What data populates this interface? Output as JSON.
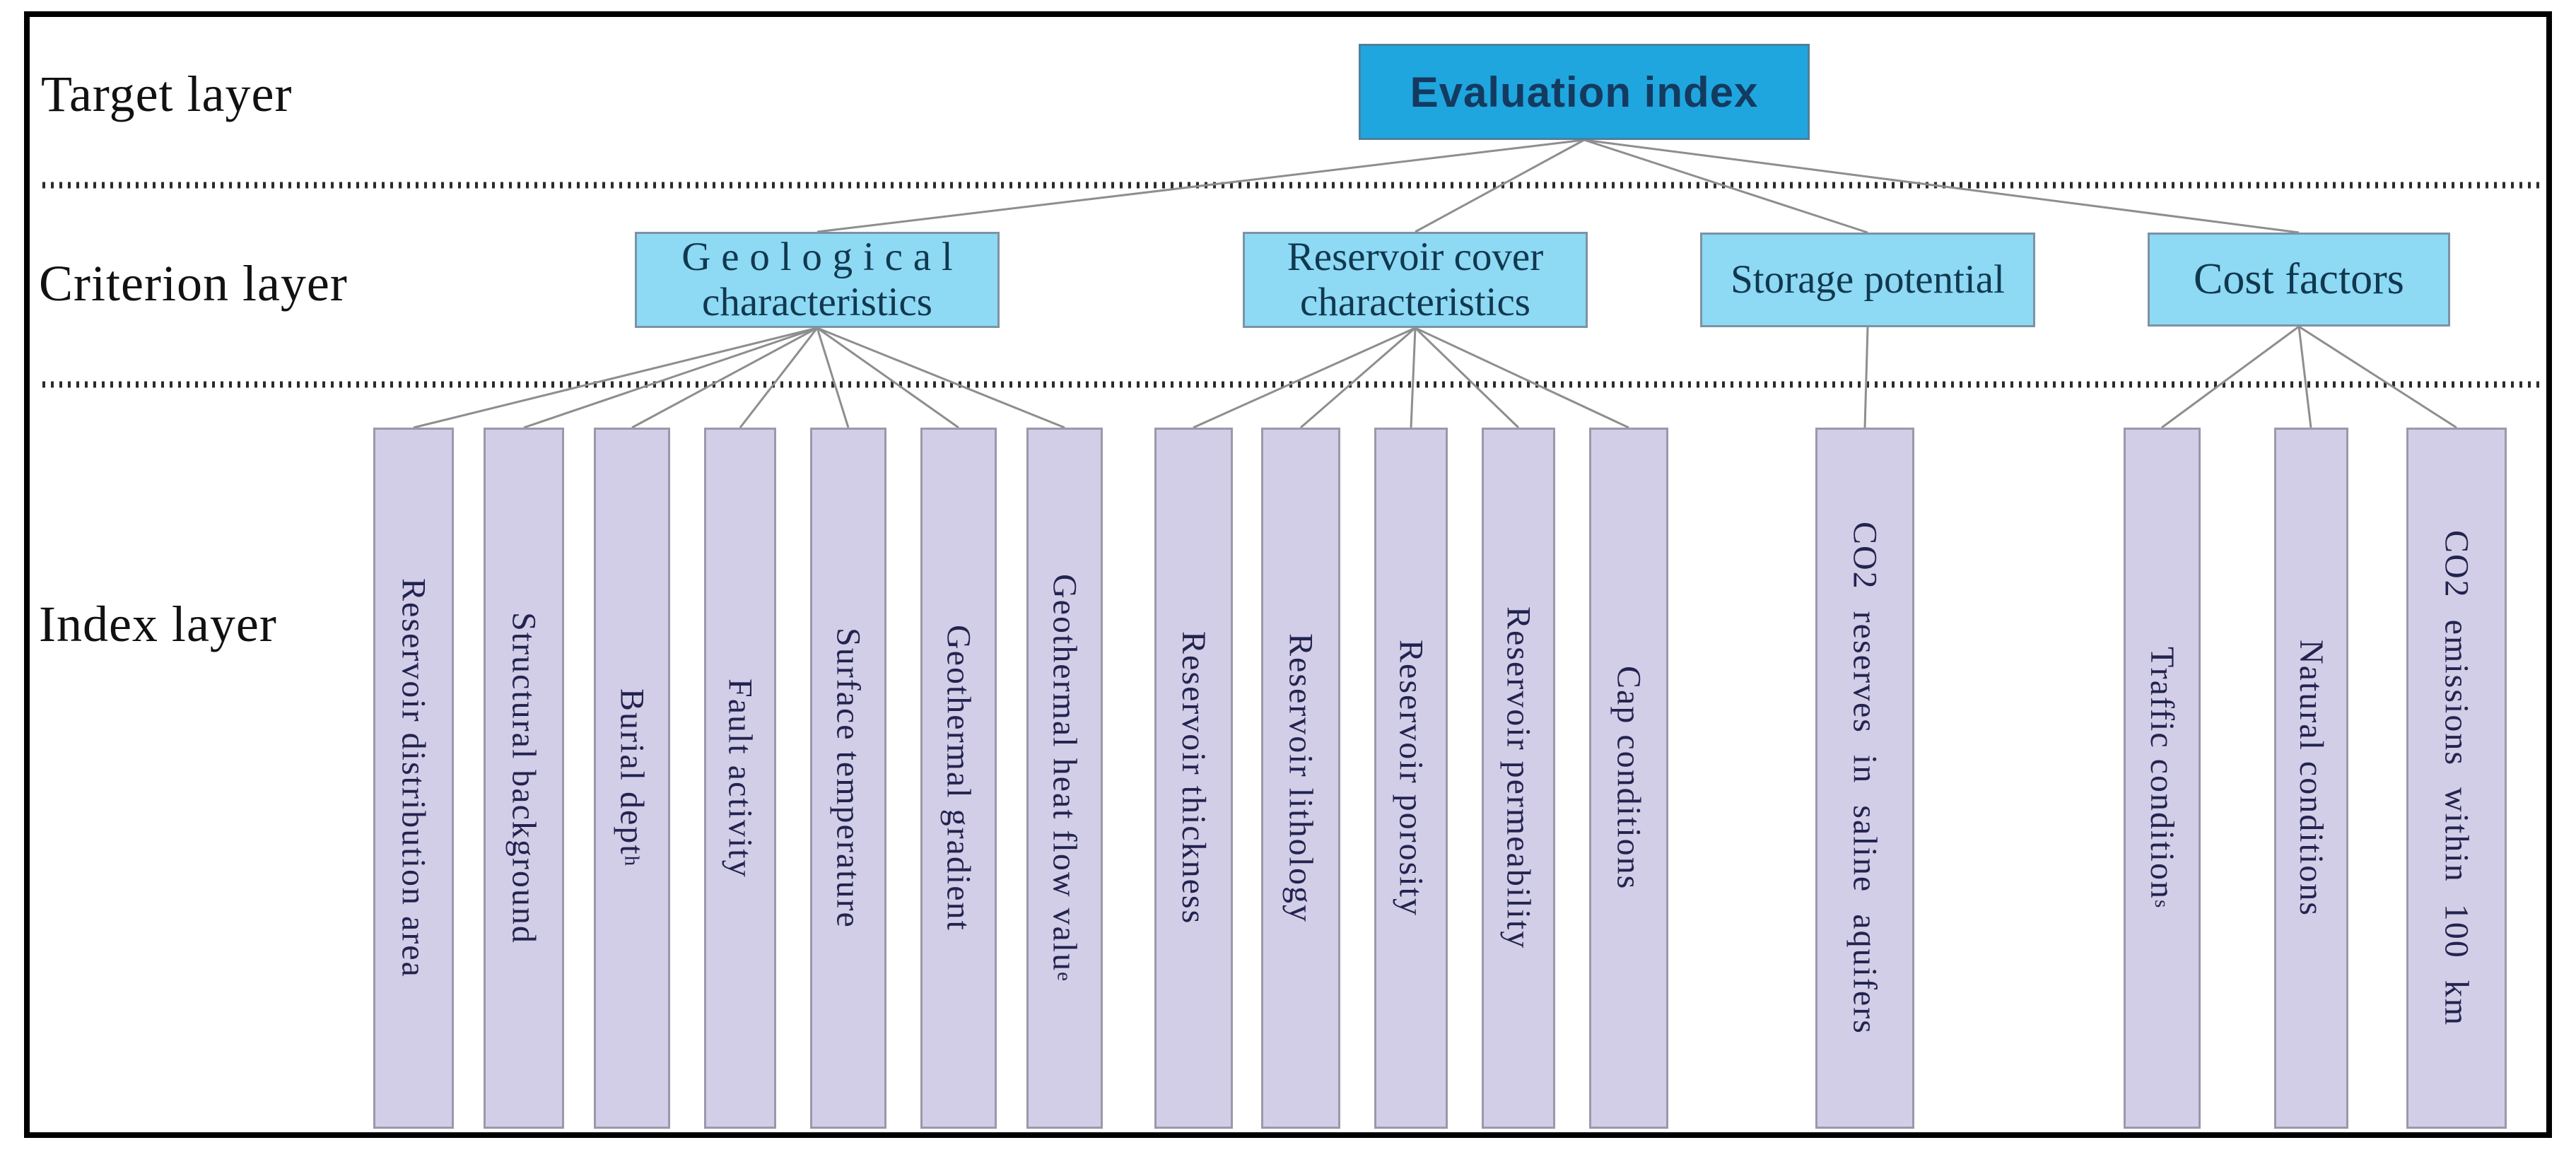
{
  "target_layer": {
    "row_label": "Target layer",
    "node": {
      "label": "Evaluation index"
    }
  },
  "criterion_layer": {
    "row_label": "Criterion layer",
    "nodes": [
      {
        "line1": "Geological",
        "line2": "characteristics"
      },
      {
        "line1": "Reservoir cover",
        "line2": "characteristics"
      },
      {
        "line1": "Storage potential",
        "line2": ""
      },
      {
        "line1": "Cost factors",
        "line2": ""
      }
    ]
  },
  "index_layer": {
    "row_label": "Index layer",
    "items": [
      {
        "label": "Reservoir distribution area",
        "sub": "",
        "parent": "Geological characteristics"
      },
      {
        "label": "Structural background",
        "sub": "",
        "parent": "Geological characteristics"
      },
      {
        "label": "Burial dept",
        "sub": "h",
        "parent": "Geological characteristics"
      },
      {
        "label": "Fault activity",
        "sub": "",
        "parent": "Geological characteristics"
      },
      {
        "label": "Surface temperature",
        "sub": "",
        "parent": "Geological characteristics"
      },
      {
        "label": "Geothermal gradient",
        "sub": "",
        "parent": "Geological characteristics"
      },
      {
        "label": "Geothermal heat flow valu",
        "sub": "e",
        "parent": "Geological characteristics"
      },
      {
        "label": "Reservoir thickness",
        "sub": "",
        "parent": "Reservoir cover characteristics"
      },
      {
        "label": "Reservoir lithology",
        "sub": "",
        "parent": "Reservoir cover characteristics"
      },
      {
        "label": "Reservoir porosity",
        "sub": "",
        "parent": "Reservoir cover characteristics"
      },
      {
        "label": "Reservoir permeability",
        "sub": "",
        "parent": "Reservoir cover characteristics"
      },
      {
        "label": "Cap conditions",
        "sub": "",
        "parent": "Reservoir cover characteristics"
      },
      {
        "label": "CO2 reserves in saline aquifers",
        "sub": "",
        "parent": "Storage potential"
      },
      {
        "label": "Traffic condition",
        "sub": "s",
        "parent": "Cost factors"
      },
      {
        "label": "Natural conditions",
        "sub": "",
        "parent": "Cost factors"
      },
      {
        "label": "CO2 emissions within 100 km",
        "sub": "",
        "parent": "Cost factors"
      }
    ]
  },
  "colors": {
    "target_node_fill": "#1FA6DE",
    "criterion_node_fill": "#8ED9F4",
    "index_node_fill": "#D2CEE7",
    "node_text": "#143A60",
    "connector_line": "#8E8E8E",
    "divider_dots": "#2b2b2b",
    "frame_border": "#000000"
  }
}
